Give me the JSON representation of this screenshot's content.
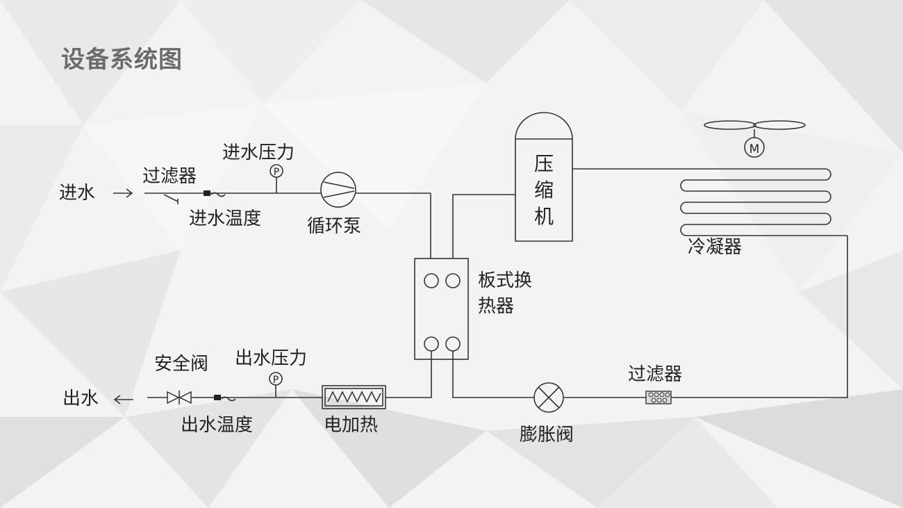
{
  "slide": {
    "title": "设备系统图"
  },
  "labels": {
    "inlet": "进水",
    "inlet_filter": "过滤器",
    "inlet_pressure": "进水压力",
    "inlet_temperature": "进水温度",
    "pump": "循环泵",
    "compressor_line1": "压",
    "compressor_line2": "缩",
    "compressor_line3": "机",
    "condenser": "冷凝器",
    "plate_hx_line1": "板式换",
    "plate_hx_line2": "热器",
    "safety_valve": "安全阀",
    "outlet_pressure": "出水压力",
    "outlet": "出水",
    "outlet_temperature": "出水温度",
    "electric_heater": "电加热",
    "expansion_valve": "膨胀阀",
    "refrigerant_filter": "过滤器",
    "pressure_gauge_symbol": "P",
    "motor_symbol": "M"
  },
  "colors": {
    "title": "#6b6b6b",
    "line": "#333333",
    "background": "#f2f2f2"
  }
}
